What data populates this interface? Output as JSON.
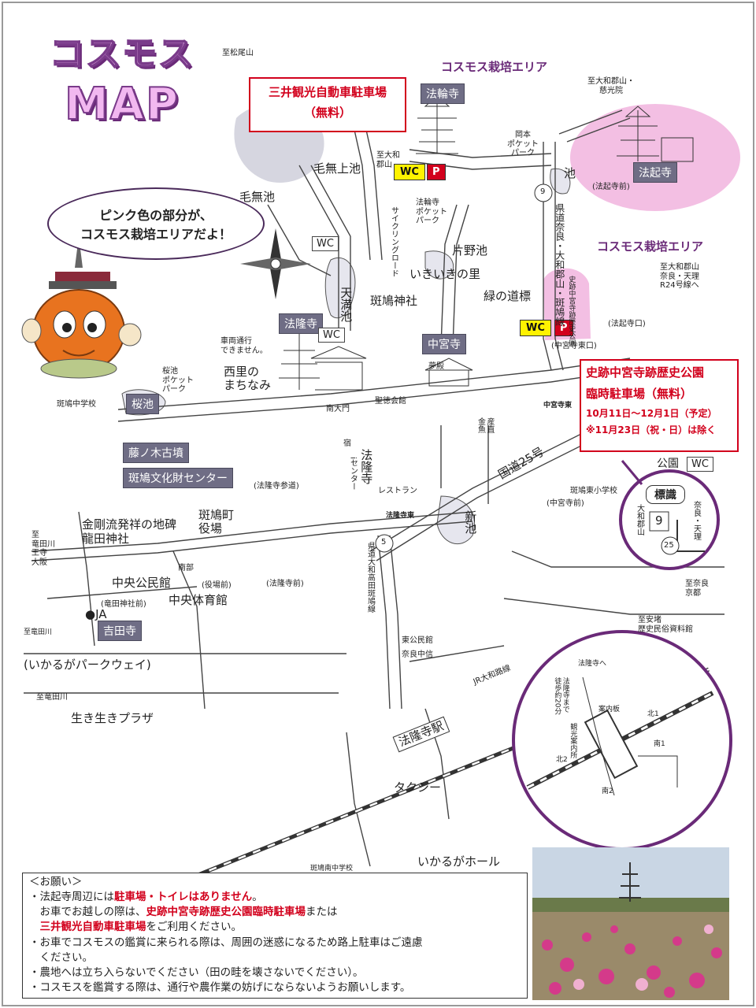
{
  "title": {
    "line1": "コスモス",
    "line2": "MAP"
  },
  "callouts": {
    "mitsui_parking": {
      "name": "三井観光自動車駐車場",
      "fee": "（無料）"
    },
    "nakamiya_parking": {
      "name": "史跡中宮寺跡歴史公園",
      "name2": "臨時駐車場（無料）",
      "period": "10月11日～12月1日（予定）",
      "exception": "※11月23日（祝・日）は除く"
    },
    "cultivation_area_1": "コスモス栽培エリア",
    "cultivation_area_2": "コスモス栽培エリア"
  },
  "speech_bubble": {
    "line1": "ピンク色の部分が、",
    "line2": "コスモス栽培エリアだよ！"
  },
  "facility_tags": {
    "horinji": "法輪寺",
    "hokiji": "法起寺",
    "horyuji": "法隆寺",
    "chuguji": "中宮寺",
    "sakuraike": "桜池",
    "fujinoki": "藤ノ木古墳",
    "bunkazai": "斑鳩文化財センター",
    "yoshidaji": "吉田寺"
  },
  "symbols": {
    "wc": "WC",
    "parking": "P",
    "park_sym": "公園"
  },
  "map_labels": {
    "to_matsuoyama": "至松尾山",
    "kenashiue_ike": "毛無上池",
    "kenashi_ike": "毛無池",
    "to_yamato_kouriyama_1": "至大和\n郡山",
    "horinji_pocket": "法輪寺\nポケット\nパーク",
    "cycling_road": "サイクリングロード",
    "to_yamato_koriyama_jikoin": "至大和郡山・\n慈光院",
    "okamoto_pocket": "岡本\nポケット\nパーク",
    "ike": "池",
    "hokiji_mae": "(法起寺前)",
    "route9": "9",
    "prefroad_nara_yamato": "県道奈良・大和郡山・斑鳩線",
    "to_koriyama_nara_tenri": "至大和郡山\n奈良・天理\nR24号線へ",
    "katanoike": "片野池",
    "ikiiki": "いきいきの里",
    "midori_michishirube": "緑の道標",
    "history_park_v": "史跡中宮寺跡歴史公園",
    "hokiji_guchi": "(法起寺口)",
    "chuguji_higashiguchi": "(中宮寺東口)",
    "tenmanike": "天満池",
    "ikaruga_jinja": "斑鳩神社",
    "no_vehicles": "車両通行\nできません。",
    "nishi_machinami": "西里の\nまちなみ",
    "sakuraike_pocket": "桜池\nポケット\nパーク",
    "yumedono": "夢殿",
    "nandaimon": "南大門",
    "shotoku_kaikan": "聖徳会館",
    "ikaruga_jhs": "斑鳩中学校",
    "sangyo_kinko": "産直\n金魚",
    "route25": "国道25号",
    "yado": "宿",
    "i_center": "iセンター",
    "horyuji_v": "法隆寺",
    "horyuji_sando": "(法隆寺参道)",
    "restaurant": "レストラン",
    "chuguji_mae": "(中宮寺前)",
    "ikaruga_higashi_es": "斑鳩東小学校",
    "koen": "公園",
    "horyuji_higashi": "法隆寺東",
    "ikaruga_town_hall": "斑鳩町\n役場",
    "kongo_stone": "金剛流発祥の地碑",
    "tatsuta_jinja": "龍田神社",
    "niike": "新池",
    "to_tatsutagawa_oji_osaka": "至\n竜田川\n王寺\n大阪",
    "nambu": "南部",
    "chuo_kominkan": "中央公民館",
    "yakuba_mae": "(役場前)",
    "horyuji_mae": "(法隆寺前)",
    "tatsuta_jinja_mae": "(竜田神社前)",
    "chuo_taiikukan": "中央体育館",
    "ja": "●JA",
    "to_tatsutagawa": "至竜田川",
    "ikaruga_parkway": "(いかるがパークウェイ)",
    "to_tatsutagawa_2": "至竜田川",
    "ikiiki_plaza": "生き生きプラザ",
    "pref_yamato_takada_ikaruga": "県道大和高田斑鳩線",
    "route5": "5",
    "higashi_kominkan": "東公民館",
    "nara_chushin": "奈良中信",
    "jr_yamatoji": "JR大和路線",
    "horyuji_station": "法隆寺駅",
    "taxi": "タクシー",
    "to_nara_kyoto": "至奈良\n京都",
    "to_ando": "至安堵\n歴史民俗資料館",
    "ikaruga_minami_jhs": "斑鳩南中学校",
    "ikaruga_hall": "いかるがホール",
    "to_horyuji": "法隆寺へ",
    "walk_20": "法隆寺まで\n徒歩約20分",
    "annaiban": "案内板",
    "kanko_annaijo": "観光案内所",
    "north1": "北1",
    "north2": "北2",
    "south1": "南1",
    "south2": "南2",
    "sign_title": "標識",
    "sign_yamato": "大和郡山",
    "sign_nara": "奈良・天理",
    "sign_9": "9",
    "sign_25": "25",
    "nakamiya_sign": "中宮寺東"
  },
  "notes": {
    "header": "＜お願い＞",
    "l1_pre": "・法起寺周辺には",
    "l1_red": "駐車場・トイレはありません",
    "l1_post": "。",
    "l2_pre": "　お車でお越しの際は、",
    "l2_red": "史跡中宮寺跡歴史公園臨時駐車場",
    "l2_post": "または",
    "l3_red": "　三井観光自動車駐車場",
    "l3_post": "をご利用ください。",
    "l4": "・お車でコスモスの鑑賞に来られる際は、周囲の迷惑になるため路上駐車はご遠慮",
    "l5": "　ください。",
    "l6": "・農地へは立ち入らないでください（田の畦を壊さないでください）。",
    "l7": "・コスモスを鑑賞する際は、通行や農作業の妨げにならないようお願いします。"
  },
  "colors": {
    "accent_purple": "#6a2a78",
    "cosmos_pink": "#f2b8e0",
    "alert_red": "#d2001c",
    "wc_yellow": "#fff200",
    "tag_grey": "#6f6d85"
  }
}
